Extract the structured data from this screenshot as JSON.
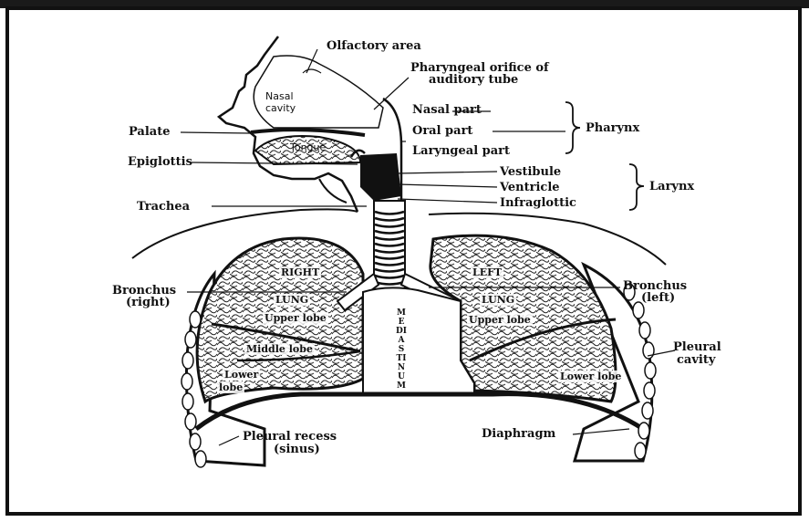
{
  "labels": {
    "olfactory_area": "Olfactory area",
    "pharyngeal_orifice": "Pharyngeal orifice of",
    "auditory_tube": "auditory tube",
    "nasal_cavity_1": "Nasal",
    "nasal_cavity_2": "cavity",
    "palate": "Palate",
    "tongue": "Tongue",
    "epiglottis": "Epiglottis",
    "trachea": "Trachea",
    "nasal_part": "Nasal part",
    "oral_part": "Oral part",
    "laryngeal_part": "Laryngeal part",
    "pharynx": "Pharynx",
    "vestibule": "Vestibule",
    "ventricle": "Ventricle",
    "infraglottic": "Infraglottic",
    "larynx": "Larynx",
    "bronchus_right_1": "Bronchus",
    "bronchus_right_2": "(right)",
    "bronchus_left_1": "Bronchus",
    "bronchus_left_2": "(left)",
    "right": "RIGHT",
    "left": "LEFT",
    "lung_right": "LUNG",
    "lung_left": "LUNG",
    "upper_lobe_right": "Upper lobe",
    "upper_lobe_left": "Upper lobe",
    "middle_lobe": "Middle lobe",
    "lower_lobe_right_1": "Lower",
    "lower_lobe_right_2": "lobe",
    "lower_lobe_left": "Lower lobe",
    "mediastinum": "MEDIASTINUM",
    "pleural_cavity_1": "Pleural",
    "pleural_cavity_2": "cavity",
    "pleural_recess_1": "Pleural recess",
    "pleural_recess_2": "(sinus)",
    "diaphragm": "Diaphragm"
  }
}
